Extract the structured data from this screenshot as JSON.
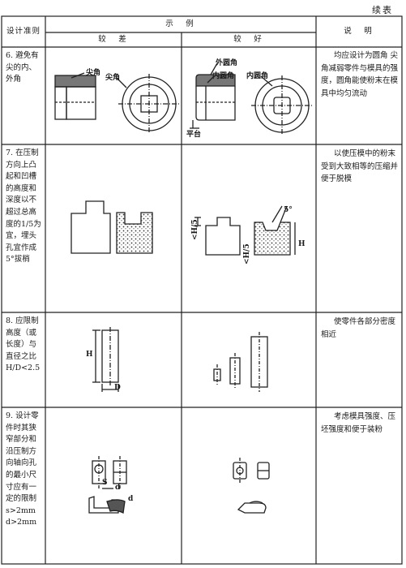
{
  "continued": "续表",
  "header": {
    "rule": "设计准则",
    "example": "示　例",
    "worse": "较　差",
    "better": "较　好",
    "explanation": "说　明"
  },
  "rows": [
    {
      "rule": "6. 避免有尖的内、外角",
      "labels": [
        "尖角",
        "尖角",
        "外圆角",
        "内圆角",
        "内圆角",
        "平台"
      ],
      "explanation": "均应设计为圆角 尖角减弱零件与模具的强度，圆角能使粉末在模具中均匀流动"
    },
    {
      "rule": "7. 在压制方向上凸起和凹槽的高度和深度以不超过总高度的1/5为宜，埋头孔宜作成5°拔梢",
      "labels": [
        "<H/5",
        "5°",
        "<H/5",
        "H"
      ],
      "explanation": "以使压模中的粉末受到大致相等的压缩并便于脱模"
    },
    {
      "rule": "8. 应限制高度（或长度）与直径之比H/D<2.5",
      "labels": [
        "H",
        "D"
      ],
      "explanation": "使零件各部分密度相近"
    },
    {
      "rule": "9. 设计零件时其狭窄部分和沿压制方向轴向孔的最小尺寸应有一定的限制 s>2mm d>2mm",
      "labels": [
        "S",
        "d",
        "d"
      ],
      "explanation": "考虑模具强度、压坯强度和便于装粉"
    }
  ]
}
